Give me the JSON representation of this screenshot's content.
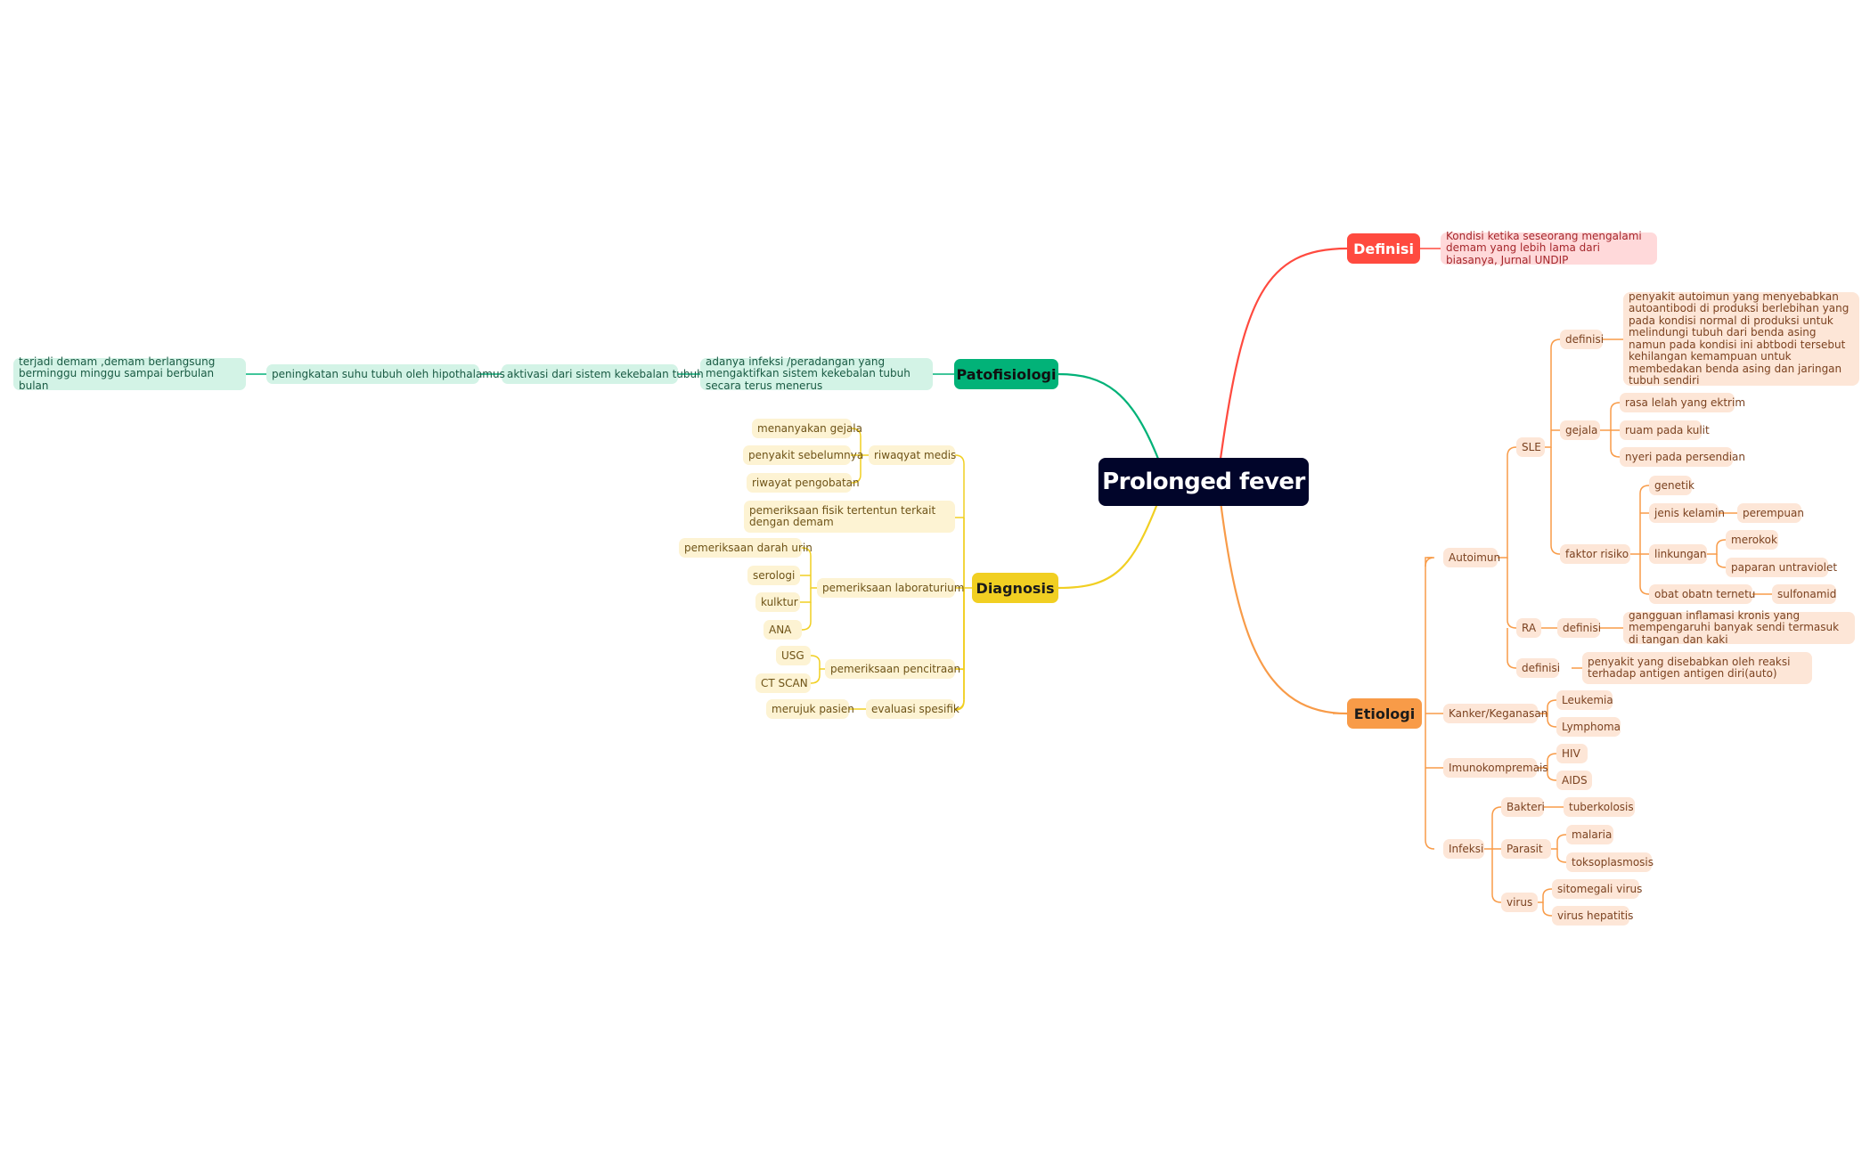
{
  "root": "Prolonged fever",
  "colors": {
    "root": "#01052a",
    "definisi": "#ff4a3f",
    "patofisiologi": "#02b278",
    "diagnosis": "#f1cf22",
    "etiologi": "#f89b48"
  },
  "definisi": {
    "label": "Definisi",
    "text": "Kondisi ketika seseorang mengalami demam yang lebih lama dari biasanya, Jurnal UNDIP"
  },
  "patofisiologi": {
    "label": "Patofisiologi",
    "chain": [
      "adanya infeksi /peradangan yang mengaktifkan sistem kekebalan tubuh secara terus menerus",
      "aktivasi dari sistem kekebalan tubuh",
      "peningkatan suhu tubuh oleh hipothalamus",
      "terjadi demam ,demam berlangsung berminggu minggu sampai berbulan bulan"
    ]
  },
  "diagnosis": {
    "label": "Diagnosis",
    "riwayat": {
      "label": "riwaqyat medis",
      "items": [
        "menanyakan gejala",
        "penyakit sebelumnya",
        "riwayat pengobatan"
      ]
    },
    "fisik": "pemeriksaan fisik tertentun terkait dengan demam",
    "lab": {
      "label": "pemeriksaan laboraturium",
      "items": [
        "pemeriksaan darah urin",
        "serologi",
        "kulktur",
        "ANA"
      ]
    },
    "pencitraan": {
      "label": "pemeriksaan pencitraan",
      "items": [
        "USG",
        "CT SCAN"
      ]
    },
    "evaluasi": {
      "label": "evaluasi spesifik",
      "items": [
        "merujuk pasien"
      ]
    }
  },
  "etiologi": {
    "label": "Etiologi",
    "autoimun": {
      "label": "Autoimun",
      "sle": {
        "label": "SLE",
        "definisi_label": "definisi",
        "definisi_text": "penyakit autoimun yang menyebabkan autoantibodi di produksi berlebihan yang pada kondisi normal di produksi untuk melindungi tubuh dari benda asing namun pada kondisi ini abtbodi tersebut kehilangan kemampuan untuk membedakan benda asing dan jaringan tubuh sendiri",
        "gejala_label": "gejala",
        "gejala": [
          "rasa lelah yang ektrim",
          "ruam pada kulit",
          "nyeri pada persendian"
        ],
        "faktor_label": "faktor risiko",
        "genetik": "genetik",
        "jenis_kelamin": "jenis kelamin",
        "perempuan": "perempuan",
        "linkungan": "linkungan",
        "linkungan_items": [
          "merokok",
          "paparan untraviolet"
        ],
        "obat": "obat obatn ternetu",
        "sulfonamid": "sulfonamid"
      },
      "ra": {
        "label": "RA",
        "definisi_label": "definisi",
        "definisi_text": "gangguan inflamasi kronis yang mempengaruhi banyak sendi termasuk di tangan dan kaki"
      },
      "definisi_label": "definisi",
      "definisi_text": "penyakit yang disebabkan oleh reaksi terhadap antigen antigen diri(auto)"
    },
    "kanker": {
      "label": "Kanker/Keganasan",
      "items": [
        "Leukemia",
        "Lymphoma"
      ]
    },
    "imuno": {
      "label": "Imunokompremais",
      "items": [
        "HIV",
        "AIDS"
      ]
    },
    "infeksi": {
      "label": "Infeksi",
      "bakteri": {
        "label": "Bakteri",
        "items": [
          "tuberkolosis"
        ]
      },
      "parasit": {
        "label": "Parasit",
        "items": [
          "malaria",
          "toksoplasmosis"
        ]
      },
      "virus": {
        "label": "virus",
        "items": [
          "sitomegali virus",
          "virus hepatitis"
        ]
      }
    }
  }
}
